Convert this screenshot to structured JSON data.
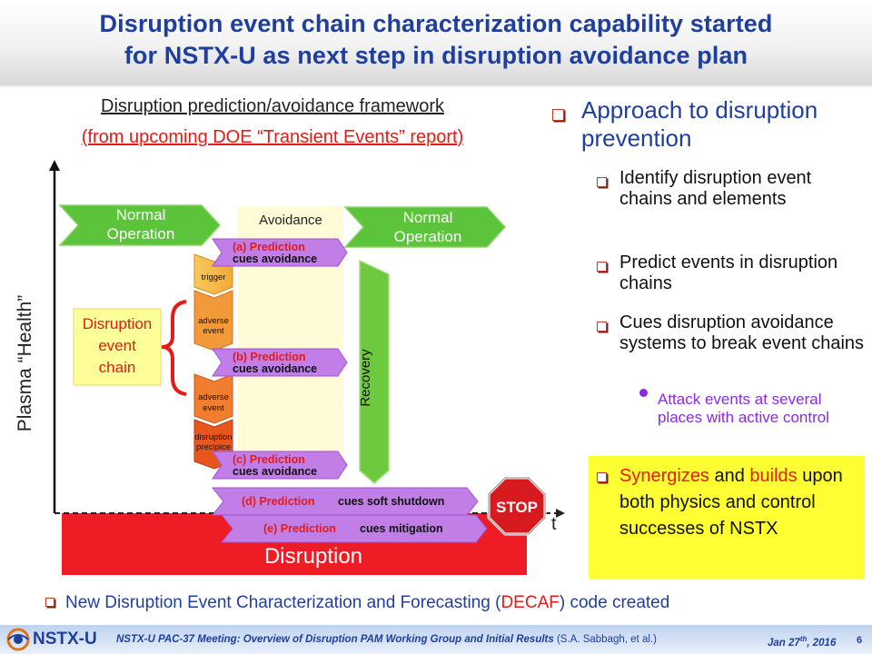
{
  "slide": {
    "title_line1": "Disruption event chain characterization capability started",
    "title_line2": "for NSTX-U as next step in disruption avoidance plan",
    "page_number": "6"
  },
  "framework": {
    "heading": "Disruption prediction/avoidance framework",
    "subheading": "(from upcoming DOE “Transient Events” report)"
  },
  "diagram": {
    "y_axis_label": "Plasma “Health”",
    "x_axis_label": "t",
    "normal_op_left": [
      "Normal",
      "Operation"
    ],
    "normal_op_right": [
      "Normal",
      "Operation"
    ],
    "avoidance": "Avoidance",
    "recovery": "Recovery",
    "disruption": "Disruption",
    "event_chain": [
      "Disruption",
      "event",
      "chain"
    ],
    "stop_sign": "STOP",
    "chain_boxes": [
      {
        "lines": [
          "trigger"
        ],
        "color": "#f2b43a"
      },
      {
        "lines": [
          "adverse",
          "event"
        ],
        "color": "#f29a3a"
      },
      {
        "lines": [
          "adverse",
          "event"
        ],
        "color": "#f07e2e"
      },
      {
        "lines": [
          "disruption",
          "precipice"
        ],
        "color": "#e8561e"
      }
    ],
    "predictions": [
      {
        "prefix": "(a) Prediction",
        "suffix": "cues avoidance"
      },
      {
        "prefix": "(b) Prediction",
        "suffix": "cues avoidance"
      },
      {
        "prefix": "(c) Prediction",
        "suffix": "cues avoidance"
      },
      {
        "prefix": "(d) Prediction",
        "suffix": "cues soft shutdown"
      },
      {
        "prefix": "(e) Prediction",
        "suffix": "cues mitigation"
      }
    ]
  },
  "approach": {
    "heading": "Approach to disruption prevention",
    "items": [
      "Identify disruption event chains and elements",
      "Predict events in disruption chains",
      "Cues disruption avoidance systems to break event chains"
    ],
    "sub_item": "Attack events at several places with active control",
    "highlight_parts": [
      "Synergizes",
      " and ",
      "builds",
      " upon both physics and control successes of NSTX"
    ]
  },
  "bottom_note": {
    "prefix": "New Disruption Event Characterization and Forecasting (",
    "acronym": "DECAF",
    "suffix": ") code created"
  },
  "footer": {
    "logo_text": "NSTX-U",
    "meeting": "NSTX-U PAC-37 Meeting: Overview of Disruption PAM Working Group and Initial Results",
    "authors": "(S.A. Sabbagh, et al.)",
    "date_main": "Jan 27",
    "date_sup": "th",
    "date_year": ", 2016"
  },
  "colors": {
    "title_blue": "#1f3f9f",
    "disruption_red": "#ee1c25",
    "normal_op_green": "#5cc43a",
    "prediction_purple": "#c07ee6",
    "highlight_yellow": "#ffff33",
    "purple_text": "#8a2be2"
  }
}
